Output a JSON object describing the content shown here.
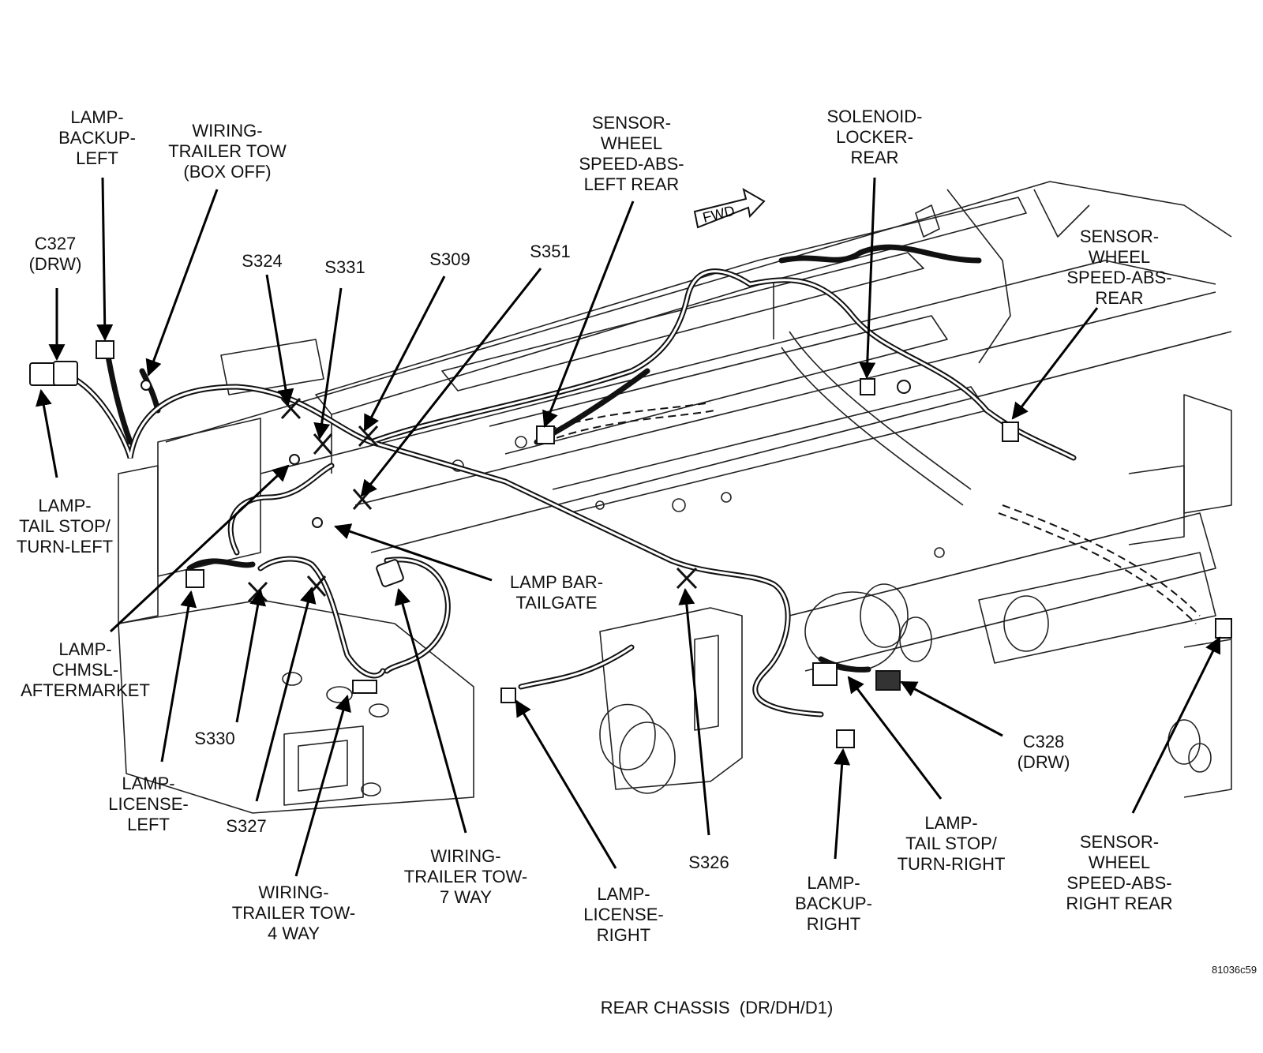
{
  "title": "REAR CHASSIS  (DR/DH/D1)",
  "figure_ref": "81036c59",
  "direction_marker": "FWD",
  "callouts": [
    {
      "id": "lamp-backup-left",
      "lines": [
        "LAMP-",
        "BACKUP-",
        "LEFT"
      ]
    },
    {
      "id": "wiring-trailer-tow-box-off",
      "lines": [
        "WIRING-",
        "TRAILER TOW",
        "(BOX OFF)"
      ]
    },
    {
      "id": "c327",
      "lines": [
        "C327",
        "(DRW)"
      ]
    },
    {
      "id": "s324",
      "lines": [
        "S324"
      ]
    },
    {
      "id": "s331",
      "lines": [
        "S331"
      ]
    },
    {
      "id": "s309",
      "lines": [
        "S309"
      ]
    },
    {
      "id": "s351",
      "lines": [
        "S351"
      ]
    },
    {
      "id": "sensor-left-rear",
      "lines": [
        "SENSOR-",
        "WHEEL",
        "SPEED-ABS-",
        "LEFT REAR"
      ]
    },
    {
      "id": "solenoid-locker",
      "lines": [
        "SOLENOID-",
        "LOCKER-",
        "REAR"
      ]
    },
    {
      "id": "sensor-rear",
      "lines": [
        "SENSOR-",
        "WHEEL",
        "SPEED-ABS-",
        "REAR"
      ]
    },
    {
      "id": "lamp-tail-left",
      "lines": [
        "LAMP-",
        "TAIL STOP/",
        "TURN-LEFT"
      ]
    },
    {
      "id": "lamp-bar-tailgate",
      "lines": [
        "LAMP BAR-",
        "TAILGATE"
      ]
    },
    {
      "id": "lamp-chmsl",
      "lines": [
        "LAMP-",
        "CHMSL-",
        "AFTERMARKET"
      ]
    },
    {
      "id": "s330",
      "lines": [
        "S330"
      ]
    },
    {
      "id": "lamp-license-left",
      "lines": [
        "LAMP-",
        "LICENSE-",
        "LEFT"
      ]
    },
    {
      "id": "s327",
      "lines": [
        "S327"
      ]
    },
    {
      "id": "wiring-4-way",
      "lines": [
        "WIRING-",
        "TRAILER TOW-",
        "4 WAY"
      ]
    },
    {
      "id": "wiring-7-way",
      "lines": [
        "WIRING-",
        "TRAILER TOW-",
        "7 WAY"
      ]
    },
    {
      "id": "lamp-license-right",
      "lines": [
        "LAMP-",
        "LICENSE-",
        "RIGHT"
      ]
    },
    {
      "id": "s326",
      "lines": [
        "S326"
      ]
    },
    {
      "id": "lamp-backup-right",
      "lines": [
        "LAMP-",
        "BACKUP-",
        "RIGHT"
      ]
    },
    {
      "id": "lamp-tail-right",
      "lines": [
        "LAMP-",
        "TAIL STOP/",
        "TURN-RIGHT"
      ]
    },
    {
      "id": "c328",
      "lines": [
        "C328",
        "(DRW)"
      ]
    },
    {
      "id": "sensor-right-rear",
      "lines": [
        "SENSOR-",
        "WHEEL",
        "SPEED-ABS-",
        "RIGHT REAR"
      ]
    }
  ]
}
